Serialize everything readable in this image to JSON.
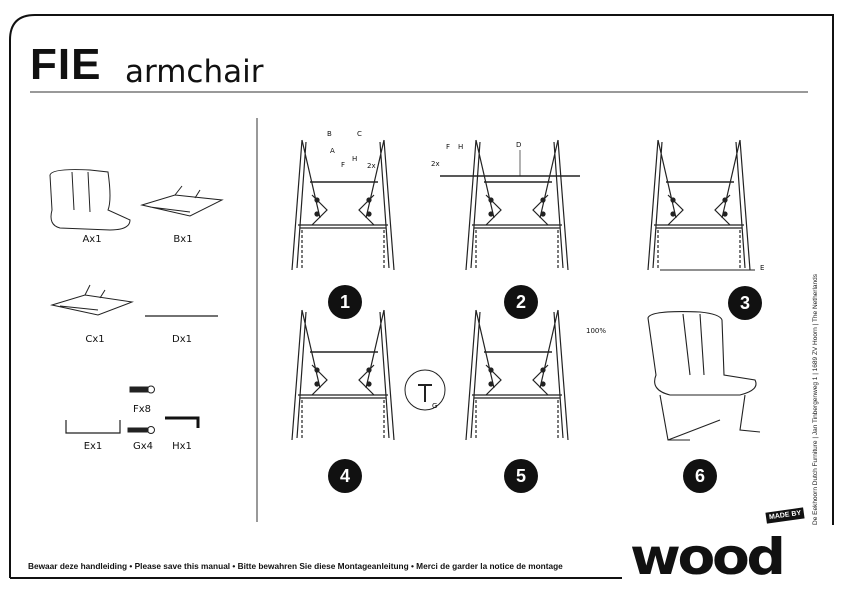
{
  "header": {
    "product_name": "FIE",
    "product_type": "armchair"
  },
  "parts": [
    {
      "id": "A",
      "label": "Ax1"
    },
    {
      "id": "B",
      "label": "Bx1"
    },
    {
      "id": "C",
      "label": "Cx1"
    },
    {
      "id": "D",
      "label": "Dx1"
    },
    {
      "id": "F",
      "label": "Fx8"
    },
    {
      "id": "E",
      "label": "Ex1"
    },
    {
      "id": "G",
      "label": "Gx4"
    },
    {
      "id": "H",
      "label": "Hx1"
    }
  ],
  "callouts": {
    "A": "A",
    "B": "B",
    "C": "C",
    "D": "D",
    "E": "E",
    "F": "F",
    "G": "G",
    "H": "H",
    "qty": "2x",
    "tighten": "100%"
  },
  "steps": [
    "1",
    "2",
    "3",
    "4",
    "5",
    "6"
  ],
  "footer": {
    "notice": "Bewaar deze handleiding • Please save this manual • Bitte bewahren Sie diese Montageanleitung • Merci de garder la notice de montage"
  },
  "address": "De Eekhoorn Dutch Furniture  |  Jan Tinbergenweg 1  |  1689 ZV  Hoorn  |  The Netherlands",
  "logo": {
    "tag": "MADE BY",
    "word": "wood"
  }
}
